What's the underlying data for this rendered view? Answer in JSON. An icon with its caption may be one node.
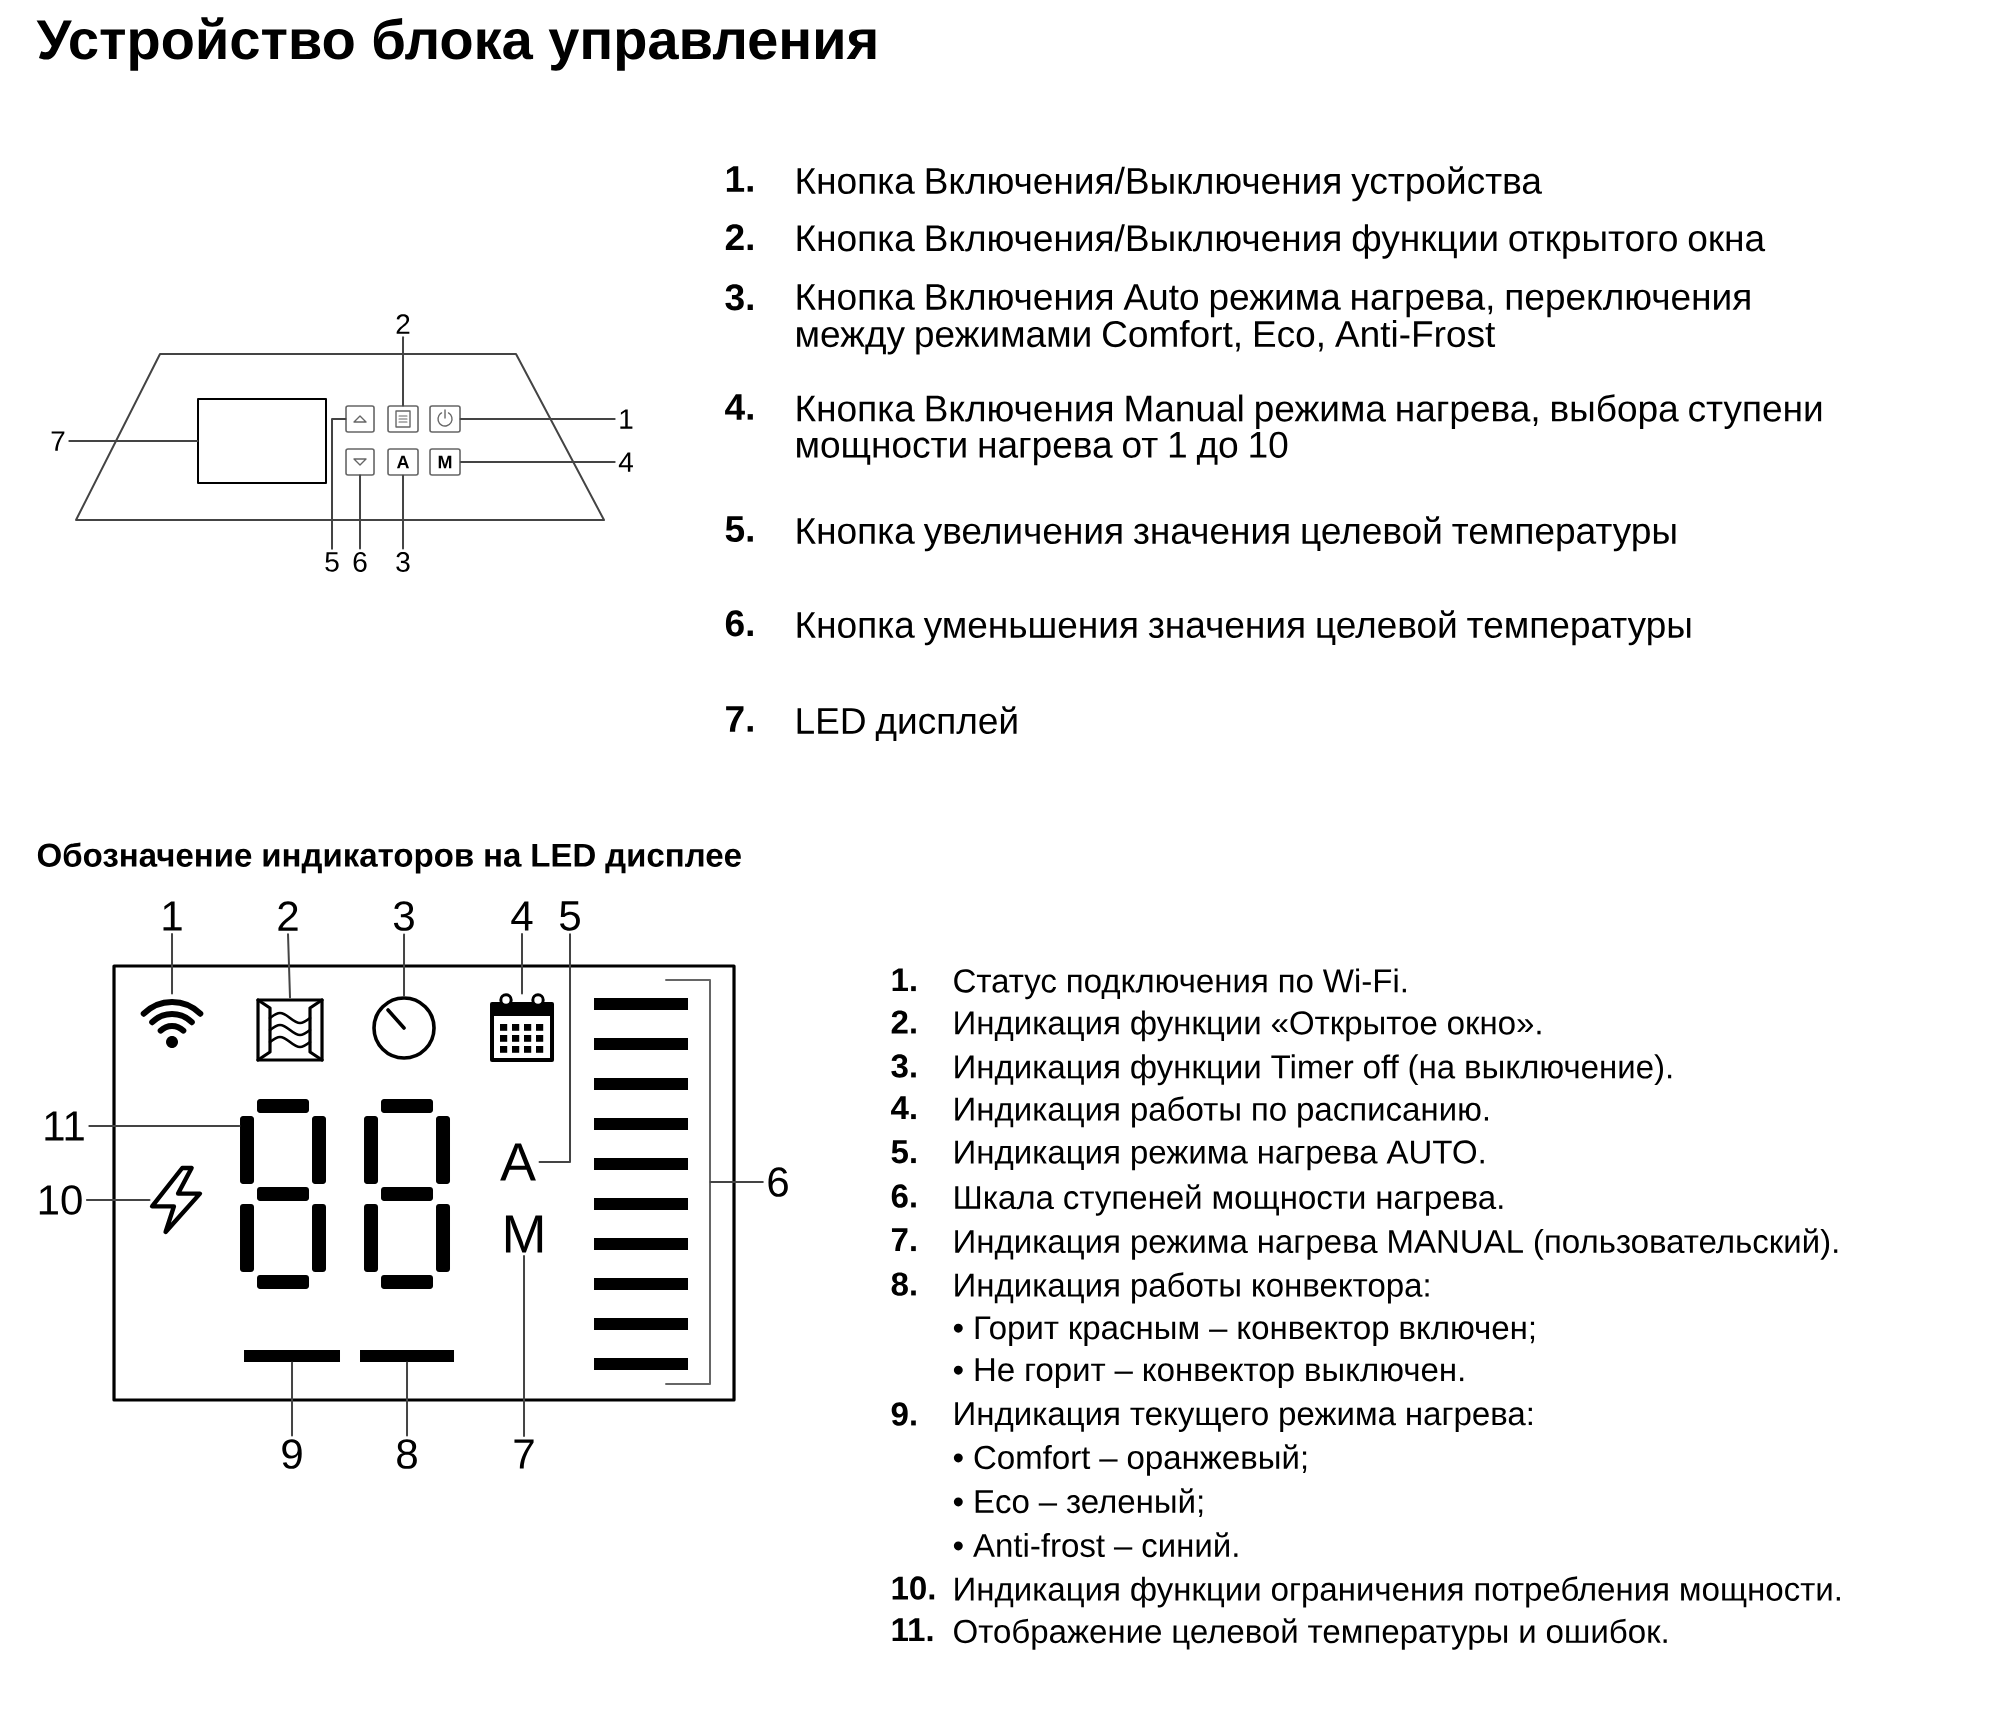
{
  "diagram": {
    "title": "Устройство блока управления",
    "nodes": [
      {
        "text": [],
        "shape": "trapezoid"
      },
      {
        "text": [],
        "shape": "box",
        "in": 0
      },
      {
        "text": [],
        "shape": "box",
        "in": 0
      },
      {
        "text": [],
        "shape": "box",
        "in": 0
      },
      {
        "text": [],
        "shape": "box",
        "in": 0
      },
      {
        "text": [],
        "shape": "box",
        "in": 0
      },
      {
        "text": [
          "A"
        ],
        "in": 0
      },
      {
        "text": [
          "M"
        ],
        "in": 0
      },
      {
        "text": [
          "2"
        ]
      },
      {
        "text": [
          "1"
        ]
      },
      {
        "text": [
          "4"
        ]
      },
      {
        "text": [
          "7"
        ]
      },
      {
        "text": [
          "5"
        ]
      },
      {
        "text": [
          "6"
        ]
      },
      {
        "text": [
          "3"
        ]
      },
      {
        "text": [],
        "shape": "box"
      },
      {
        "text": [],
        "shape": "wifi",
        "in": 15
      },
      {
        "text": [],
        "shape": "window",
        "in": 15
      },
      {
        "text": [],
        "shape": "clock",
        "in": 15
      },
      {
        "text": [],
        "shape": "calendar",
        "in": 15
      },
      {
        "text": [
          "A"
        ],
        "in": 15
      },
      {
        "text": [
          "M"
        ],
        "in": 15
      },
      {
        "text": [],
        "shape": "digits",
        "in": 15
      },
      {
        "text": [],
        "shape": "bolt",
        "in": 15
      },
      {
        "text": [],
        "shape": "bar",
        "in": 15
      },
      {
        "text": [],
        "shape": "bar",
        "in": 15
      },
      {
        "text": [],
        "shape": "bars",
        "in": 15
      },
      {
        "text": [
          "1"
        ]
      },
      {
        "text": [
          "2"
        ]
      },
      {
        "text": [
          "3"
        ]
      },
      {
        "text": [
          "4"
        ]
      },
      {
        "text": [
          "5"
        ]
      },
      {
        "text": [
          "11"
        ]
      },
      {
        "text": [
          "10"
        ]
      },
      {
        "text": [
          "6"
        ]
      },
      {
        "text": [
          "9"
        ]
      },
      {
        "text": [
          "8"
        ]
      },
      {
        "text": [
          "7"
        ]
      }
    ],
    "edges": [
      {
        "from": 8,
        "to": 3,
        "arrow": "none"
      },
      {
        "from": 9,
        "to": 4,
        "arrow": "none"
      },
      {
        "from": 10,
        "to": 7,
        "arrow": "none"
      },
      {
        "from": 11,
        "to": 1,
        "arrow": "none"
      },
      {
        "from": 12,
        "to": 2,
        "arrow": "none"
      },
      {
        "from": 13,
        "to": 5,
        "arrow": "none"
      },
      {
        "from": 14,
        "to": 6,
        "arrow": "none"
      },
      {
        "from": 27,
        "to": 16,
        "arrow": "none"
      },
      {
        "from": 28,
        "to": 17,
        "arrow": "none"
      },
      {
        "from": 29,
        "to": 18,
        "arrow": "none"
      },
      {
        "from": 30,
        "to": 19,
        "arrow": "none"
      },
      {
        "from": 31,
        "to": 20,
        "arrow": "none"
      },
      {
        "from": 32,
        "to": 22,
        "arrow": "none"
      },
      {
        "from": 33,
        "to": 23,
        "arrow": "none"
      },
      {
        "from": 34,
        "to": 26,
        "arrow": "none"
      },
      {
        "from": 35,
        "to": 24,
        "arrow": "none"
      },
      {
        "from": 36,
        "to": 25,
        "arrow": "none"
      },
      {
        "from": 37,
        "to": 21,
        "arrow": "none"
      }
    ],
    "labels": [
      "1.",
      "Кнопка Включения/Выключения устройства",
      "2.",
      "Кнопка Включения/Выключения функции открытого окна",
      "3.",
      "Кнопка Включения Auto режима нагрева, переключения между режимами Comfort, Eco, Anti-Frost",
      "4.",
      "Кнопка Включения Manual режима нагрева, выбора ступени мощности нагрева от 1 до 10",
      "5.",
      "Кнопка увеличения значения целевой температуры",
      "6.",
      "Кнопка уменьшения значения целевой температуры",
      "7.",
      "LED дисплей",
      "Обозначение индикаторов на LED дисплее",
      "1.",
      "Статус подключения по Wi-Fi.",
      "2.",
      "Индикация функции «Открытое окно».",
      "3.",
      "Индикация функции Timer off (на выключение).",
      "4.",
      "Индикация работы по расписанию.",
      "5.",
      "Индикация режима нагрева AUTO.",
      "6.",
      "Шкала ступеней мощности нагрева.",
      "7.",
      "Индикация режима нагрева MANUAL (пользовательский).",
      "8.",
      "Индикация работы конвектора:",
      "• Горит красным – конвектор включен;",
      "• Не горит – конвектор выключен.",
      "9.",
      "Индикация текущего режима нагрева:",
      "• Comfort – оранжевый;",
      "• Eco – зеленый;",
      "• Anti-frost – синий.",
      "10.",
      "Индикация функции ограничения потребления мощности.",
      "11.",
      "Отображение целевой температуры и ошибок."
    ]
  }
}
